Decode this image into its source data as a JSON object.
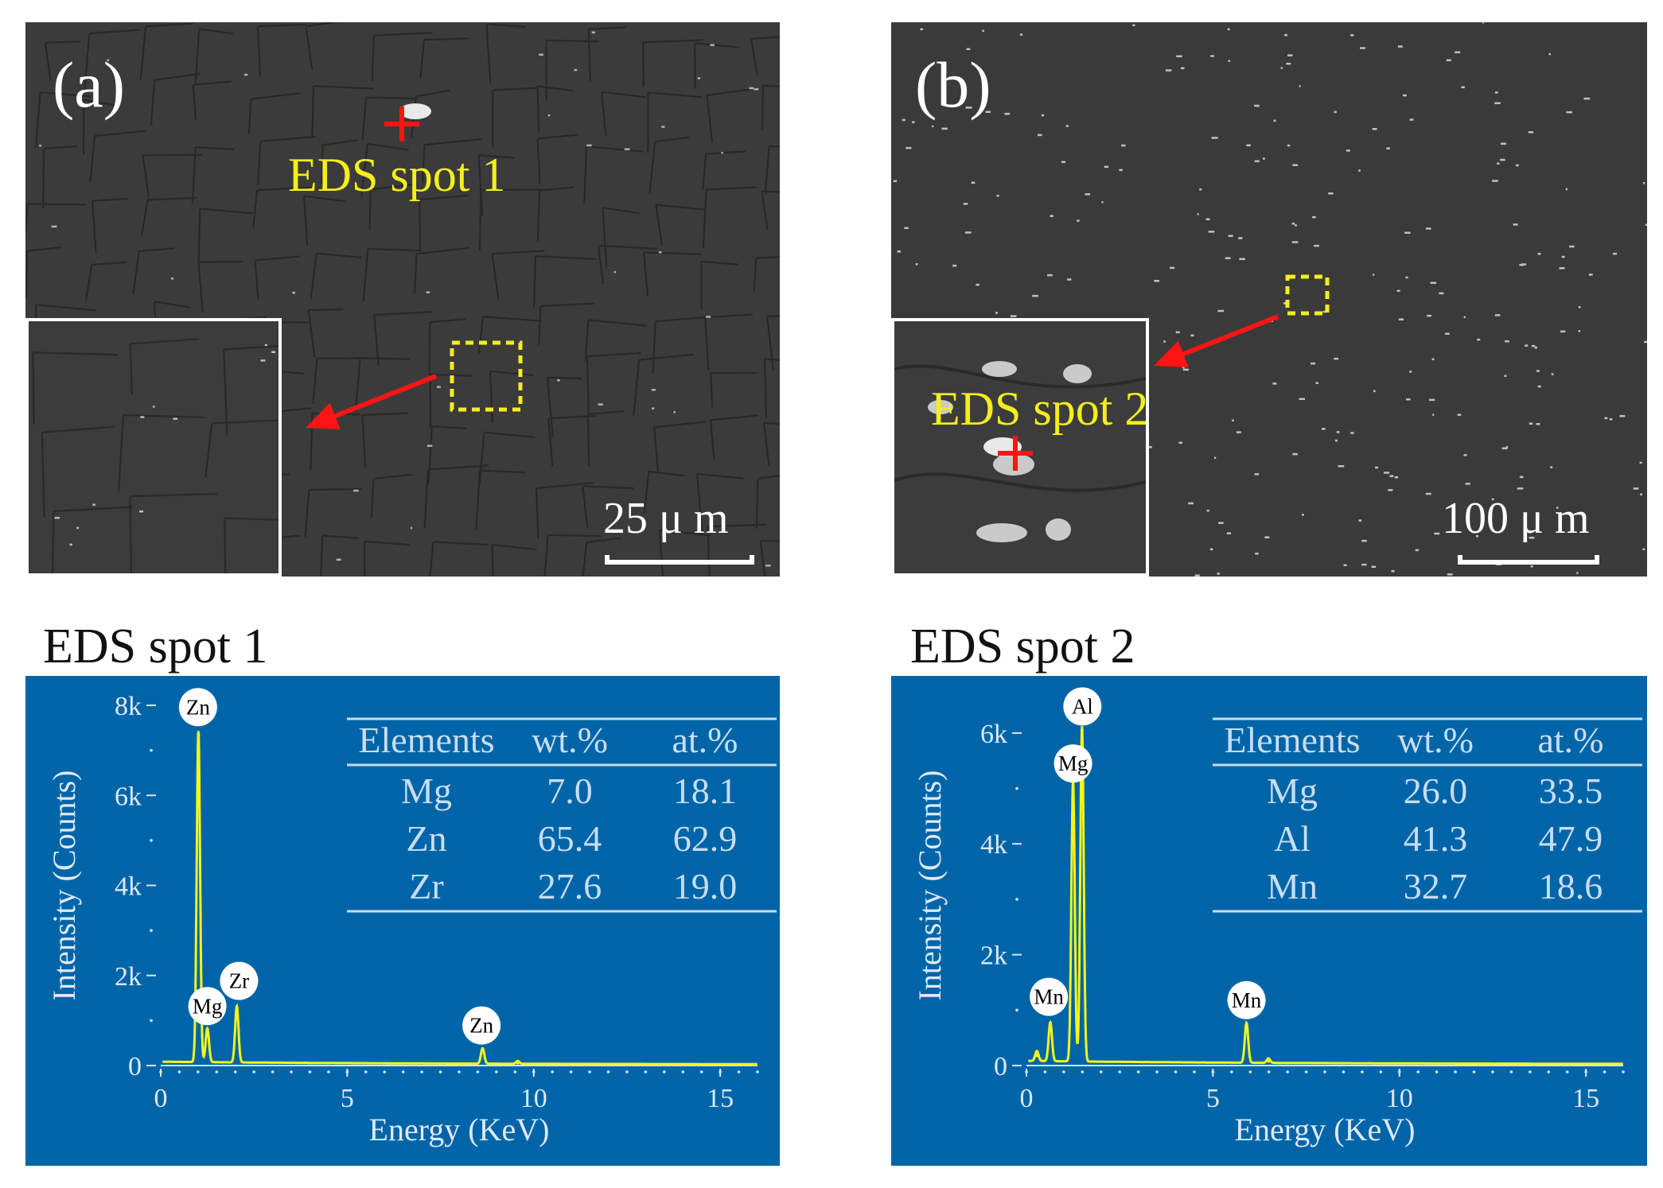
{
  "micrographs": [
    {
      "label": "(a)",
      "spot_label": "EDS spot 1",
      "scale_label": "25 μ m",
      "colors": {
        "marker": "#ff1414",
        "box": "#f4ee1c",
        "arrow": "#ff1414",
        "text": "#f4ee1c"
      }
    },
    {
      "label": "(b)",
      "spot_label": "EDS spot 2",
      "scale_label": "100 μ m",
      "colors": {
        "marker": "#ff1414",
        "box": "#f4ee1c",
        "arrow": "#ff1414",
        "text": "#f4ee1c"
      }
    }
  ],
  "chart_data": [
    {
      "type": "line",
      "title": "EDS spot 1",
      "xlabel": "Energy (KeV)",
      "ylabel": "Intensity (Counts)",
      "xlim": [
        0,
        16
      ],
      "ylim": [
        0,
        8000
      ],
      "xticks": [
        0,
        5,
        10,
        15
      ],
      "xtick_labels": [
        "0",
        "5",
        "10",
        "15"
      ],
      "yticks": [
        0,
        2000,
        4000,
        6000,
        8000
      ],
      "ytick_labels": [
        "0",
        "2k",
        "4k",
        "6k",
        "8k"
      ],
      "background": "#0065a8",
      "line_color": "#f5f518",
      "grid": false,
      "peaks": [
        {
          "element": "Zn",
          "energy": 1.01,
          "intensity": 7350
        },
        {
          "element": "Mg",
          "energy": 1.25,
          "intensity": 750
        },
        {
          "element": "Zr",
          "energy": 2.04,
          "intensity": 1250
        },
        {
          "element": "Zn",
          "energy": 8.63,
          "intensity": 340
        },
        {
          "energy": 9.57,
          "intensity": 60
        }
      ],
      "peak_labels": [
        {
          "text": "Zn",
          "energy": 1.0,
          "intensity": 7960
        },
        {
          "text": "Mg",
          "energy": 1.25,
          "intensity": 1320
        },
        {
          "text": "Zr",
          "energy": 2.1,
          "intensity": 1880
        },
        {
          "text": "Zn",
          "energy": 8.6,
          "intensity": 890
        }
      ],
      "table": {
        "headers": [
          "Elements",
          "wt.%",
          "at.%"
        ],
        "rows": [
          [
            "Mg",
            "7.0",
            "18.1"
          ],
          [
            "Zn",
            "65.4",
            "62.9"
          ],
          [
            "Zr",
            "27.6",
            "19.0"
          ]
        ]
      }
    },
    {
      "type": "line",
      "title": "EDS spot 2",
      "xlabel": "Energy (KeV)",
      "ylabel": "Intensity (Counts)",
      "xlim": [
        0,
        16
      ],
      "ylim": [
        0,
        6500
      ],
      "xticks": [
        0,
        5,
        10,
        15
      ],
      "xtick_labels": [
        "0",
        "5",
        "10",
        "15"
      ],
      "yticks": [
        0,
        2000,
        4000,
        6000
      ],
      "ytick_labels": [
        "0",
        "2k",
        "4k",
        "6k"
      ],
      "background": "#0065a8",
      "line_color": "#f5f518",
      "grid": false,
      "peaks": [
        {
          "energy": 0.28,
          "intensity": 180
        },
        {
          "element": "Mn",
          "energy": 0.64,
          "intensity": 700
        },
        {
          "element": "Mg",
          "energy": 1.25,
          "intensity": 5050
        },
        {
          "element": "Al",
          "energy": 1.49,
          "intensity": 6050
        },
        {
          "element": "Mn",
          "energy": 5.9,
          "intensity": 720
        },
        {
          "energy": 6.49,
          "intensity": 80
        }
      ],
      "peak_labels": [
        {
          "text": "Al",
          "energy": 1.5,
          "intensity": 6480
        },
        {
          "text": "Mg",
          "energy": 1.25,
          "intensity": 5450
        },
        {
          "text": "Mn",
          "energy": 0.6,
          "intensity": 1240
        },
        {
          "text": "Mn",
          "energy": 5.9,
          "intensity": 1180
        }
      ],
      "table": {
        "headers": [
          "Elements",
          "wt.%",
          "at.%"
        ],
        "rows": [
          [
            "Mg",
            "26.0",
            "33.5"
          ],
          [
            "Al",
            "41.3",
            "47.9"
          ],
          [
            "Mn",
            "32.7",
            "18.6"
          ]
        ]
      }
    }
  ]
}
